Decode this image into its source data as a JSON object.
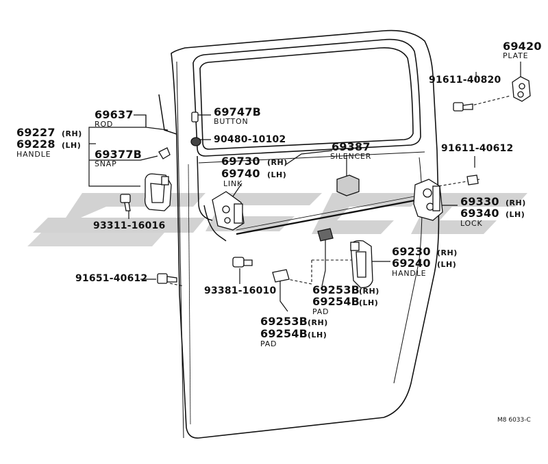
{
  "parts": [
    {
      "id": "plate_no",
      "text": "69420"
    },
    {
      "id": "plate_name",
      "text": "PLATE"
    },
    {
      "id": "bolt_40820",
      "text": "91611-40820"
    },
    {
      "id": "rod_no",
      "text": "69637"
    },
    {
      "id": "rod_name",
      "text": "ROD"
    },
    {
      "id": "button_no",
      "text": "69747B"
    },
    {
      "id": "button_name",
      "text": "BUTTON"
    },
    {
      "id": "handle_out_rh",
      "text": "69227"
    },
    {
      "id": "handle_out_rh_side",
      "text": "(RH)"
    },
    {
      "id": "handle_out_lh",
      "text": "69228"
    },
    {
      "id": "handle_out_lh_side",
      "text": "(LH)"
    },
    {
      "id": "handle_out_name",
      "text": "HANDLE"
    },
    {
      "id": "clip_10102",
      "text": "90480-10102"
    },
    {
      "id": "silencer_no",
      "text": "69387"
    },
    {
      "id": "silencer_name",
      "text": "SILENCER"
    },
    {
      "id": "bolt_40612_upper",
      "text": "91611-40612"
    },
    {
      "id": "snap_no",
      "text": "69377B"
    },
    {
      "id": "snap_name",
      "text": "SNAP"
    },
    {
      "id": "link_rh",
      "text": "69730"
    },
    {
      "id": "link_rh_side",
      "text": "(RH)"
    },
    {
      "id": "link_lh",
      "text": "69740"
    },
    {
      "id": "link_lh_side",
      "text": "(LH)"
    },
    {
      "id": "link_name",
      "text": "LINK"
    },
    {
      "id": "lock_rh",
      "text": "69330"
    },
    {
      "id": "lock_rh_side",
      "text": "(RH)"
    },
    {
      "id": "lock_lh",
      "text": "69340"
    },
    {
      "id": "lock_lh_side",
      "text": "(LH)"
    },
    {
      "id": "lock_name",
      "text": "LOCK"
    },
    {
      "id": "screw_16016",
      "text": "93311-16016"
    },
    {
      "id": "handle_in_rh",
      "text": "69230"
    },
    {
      "id": "handle_in_rh_side",
      "text": "(RH)"
    },
    {
      "id": "handle_in_lh",
      "text": "69240"
    },
    {
      "id": "handle_in_lh_side",
      "text": "(LH)"
    },
    {
      "id": "handle_in_name",
      "text": "HANDLE"
    },
    {
      "id": "bolt_40612_lower",
      "text": "91651-40612"
    },
    {
      "id": "screw_16010",
      "text": "93381-16010"
    },
    {
      "id": "pad1_rh",
      "text": "69253B"
    },
    {
      "id": "pad1_rh_side",
      "text": "(RH)"
    },
    {
      "id": "pad1_lh",
      "text": "69254B"
    },
    {
      "id": "pad1_lh_side",
      "text": "(LH)"
    },
    {
      "id": "pad1_name",
      "text": "PAD"
    },
    {
      "id": "pad2_rh",
      "text": "69253B"
    },
    {
      "id": "pad2_rh_side",
      "text": "(RH)"
    },
    {
      "id": "pad2_lh",
      "text": "69254B"
    },
    {
      "id": "pad2_lh_side",
      "text": "(LH)"
    },
    {
      "id": "pad2_name",
      "text": "PAD"
    },
    {
      "id": "figure_code",
      "text": "M8 6033-C"
    }
  ],
  "colors": {
    "ink": "#111111",
    "watermark": "#d4d4d4",
    "background": "#ffffff"
  }
}
